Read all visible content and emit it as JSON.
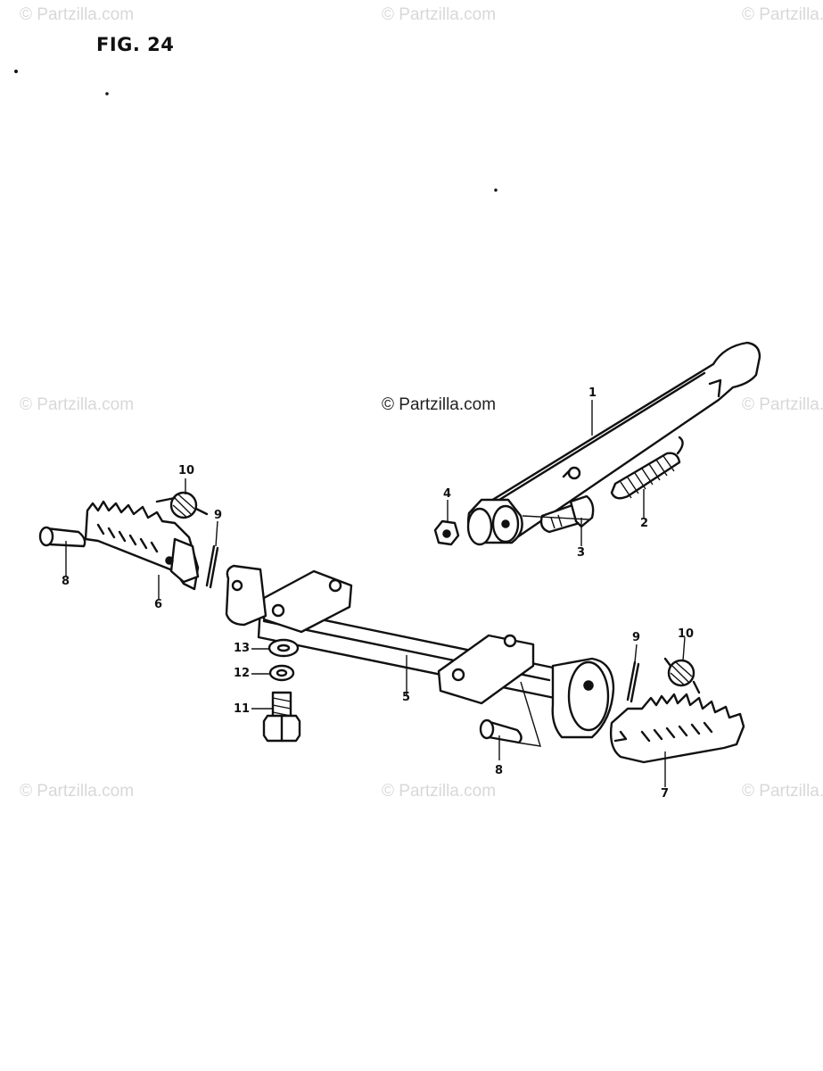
{
  "figure": {
    "title": "FIG. 24"
  },
  "watermarks": {
    "text": "© Partzilla.com",
    "center_text": "© Partzilla.com"
  },
  "parts": [
    {
      "number": "1"
    },
    {
      "number": "2"
    },
    {
      "number": "3"
    },
    {
      "number": "4"
    },
    {
      "number": "5"
    },
    {
      "number": "6"
    },
    {
      "number": "7"
    },
    {
      "number": "8"
    },
    {
      "number": "9"
    },
    {
      "number": "10"
    },
    {
      "number": "11"
    },
    {
      "number": "12"
    },
    {
      "number": "13"
    }
  ],
  "colors": {
    "line": "#111111",
    "watermark": "#d8d8d8",
    "background": "#ffffff"
  }
}
